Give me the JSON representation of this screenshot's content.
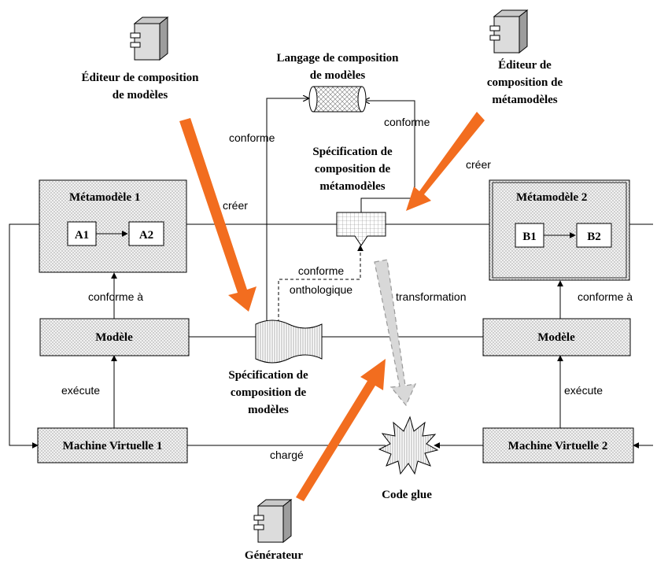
{
  "tools": {
    "model_editor": "Éditeur de composition|de modèles",
    "metamodel_editor": "Éditeur de|composition de|métamodèles",
    "generator": "Générateur"
  },
  "language": "Langage de composition|de modèles",
  "metamodel_spec": "Spécification de|composition de|métamodèles",
  "model_spec": "Spécification de|composition de|modèles",
  "left": {
    "metamodel": "Métamodèle 1",
    "a1": "A1",
    "a2": "A2",
    "model": "Modèle",
    "vm": "Machine Virtuelle 1"
  },
  "right": {
    "metamodel": "Métamodèle 2",
    "b1": "B1",
    "b2": "B2",
    "model": "Modèle",
    "vm": "Machine Virtuelle 2"
  },
  "glue": "Code glue",
  "labels": {
    "conforme_left": "conforme",
    "conforme_right": "conforme",
    "creer_left": "créer",
    "creer_right": "créer",
    "conforme_a_left": "conforme à",
    "conforme_a_right": "conforme à",
    "conforme_onthologique": "conforme|onthologique",
    "transformation": "transformation",
    "execute_left": "exécute",
    "execute_right": "exécute",
    "charge": "chargé"
  },
  "colors": {
    "box_fill": "#e3e3e3",
    "accent_arrow": "#f26d1f",
    "dashed_arrow": "#bdbdbd"
  }
}
